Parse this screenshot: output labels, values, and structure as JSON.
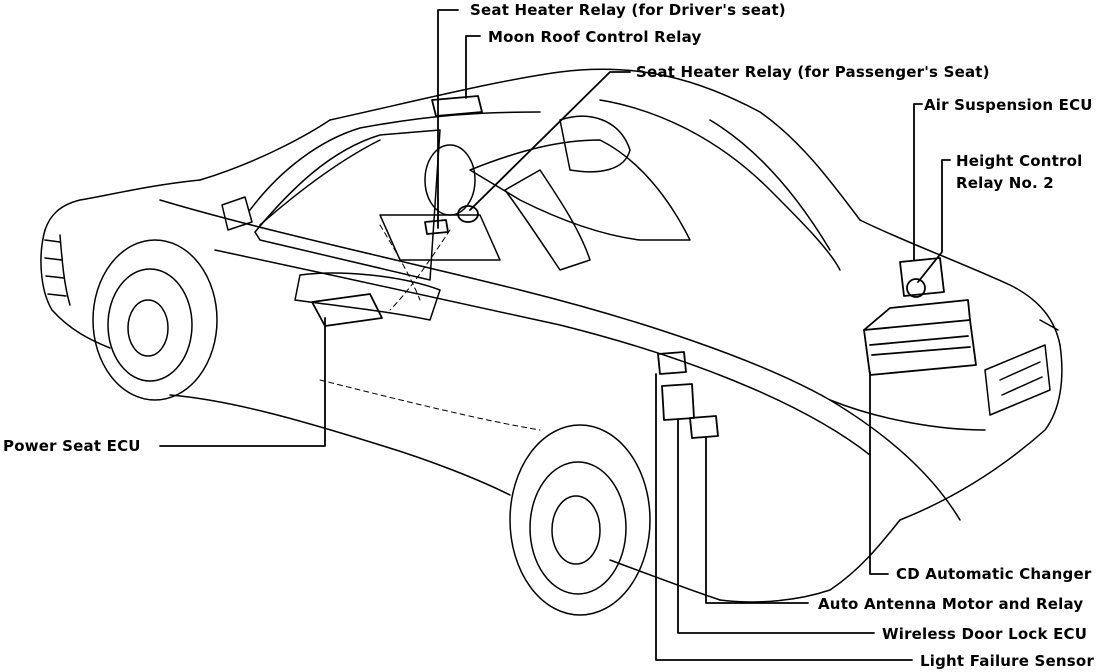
{
  "labels": {
    "seat_heater_driver": "Seat Heater Relay (for Driver's seat)",
    "moon_roof": "Moon Roof Control Relay",
    "seat_heater_passenger": "Seat Heater Relay (for Passenger's Seat)",
    "air_suspension": "Air Suspension ECU",
    "height_control_line1": "Height Control",
    "height_control_line2": "Relay No. 2",
    "power_seat": "Power Seat ECU",
    "cd_changer": "CD Automatic Changer",
    "auto_antenna": "Auto Antenna Motor and Relay",
    "wireless_door_lock": "Wireless Door Lock ECU",
    "light_failure": "Light Failure Sensor"
  },
  "colors": {
    "line": "#000000",
    "background": "#ffffff"
  }
}
